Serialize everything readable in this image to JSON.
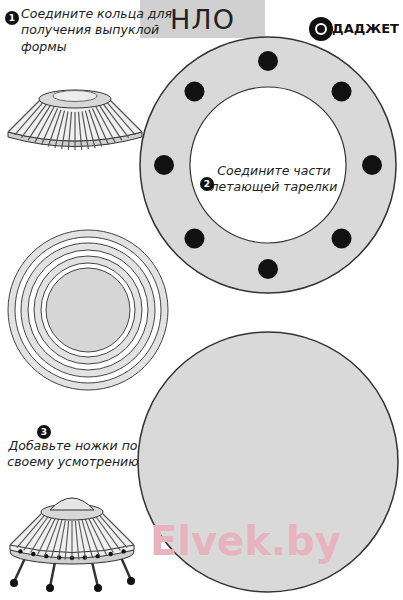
{
  "diagram": {
    "title": "НЛО",
    "nodes": [
      {
        "text": [
          "1"
        ]
      },
      {
        "text": [
          "Соедините части летающей тарелки"
        ]
      },
      {
        "text": [
          "2"
        ],
        "in": 1
      },
      {
        "text": [
          "3"
        ]
      }
    ],
    "labels": [
      "ДАДЖЕТ",
      "Соедините кольца для получения выпуклой формы",
      "Добавьте ножки по своему усмотрению",
      "Elvek.by"
    ]
  }
}
